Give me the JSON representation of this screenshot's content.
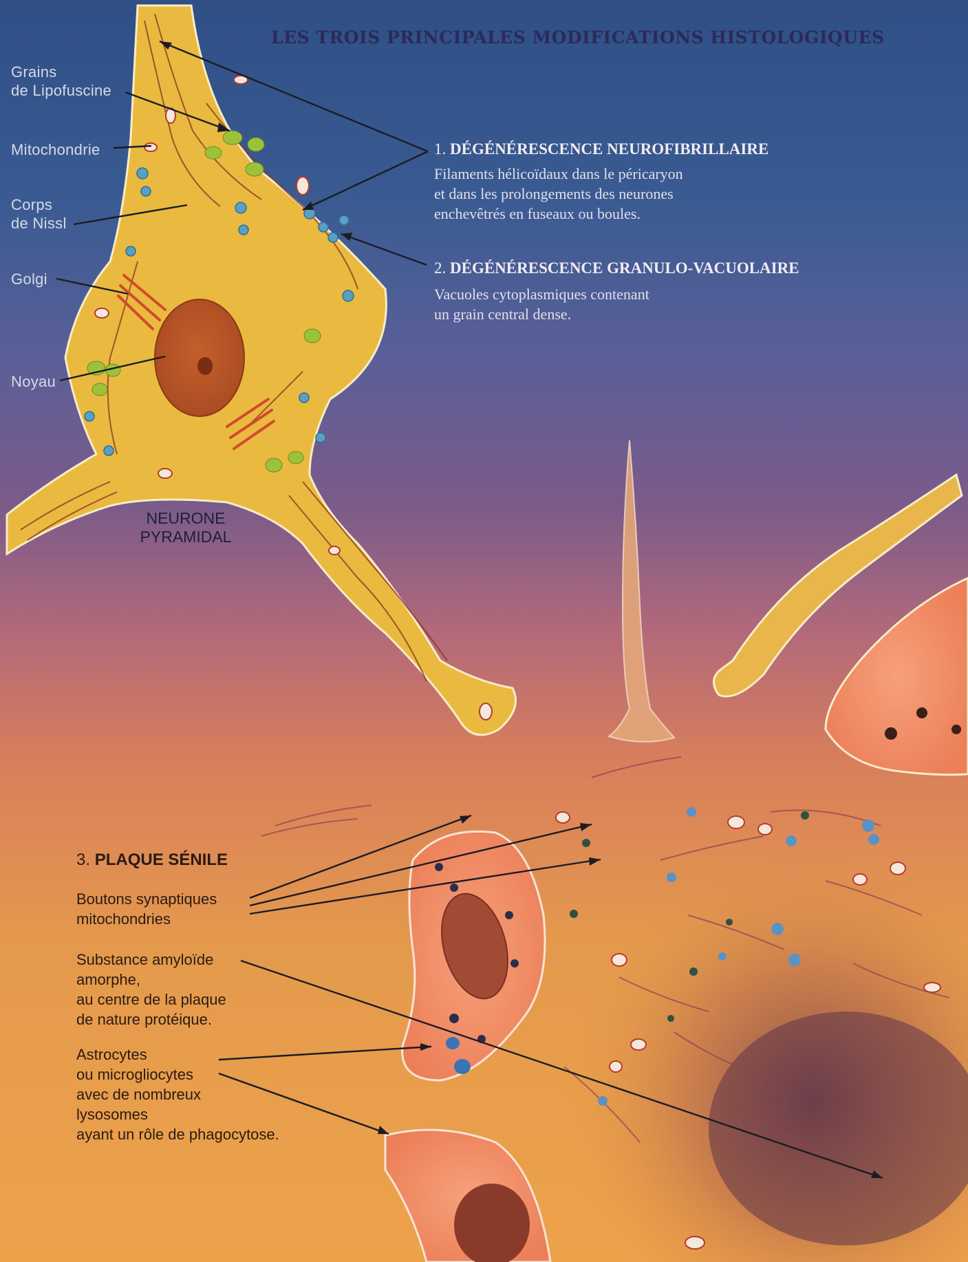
{
  "title": "LES TROIS PRINCIPALES MODIFICATIONS HISTOLOGIQUES",
  "neuron_labels": {
    "lipofuscin": [
      "Grains",
      "de Lipofuscine"
    ],
    "mitochondria": "Mitochondrie",
    "nissl": [
      "Corps",
      "de Nissl"
    ],
    "golgi": "Golgi",
    "nucleus": "Noyau"
  },
  "neuron_caption": [
    "NEURONE",
    "PYRAMIDAL"
  ],
  "section1": {
    "number": "1.",
    "heading": "DÉGÉNÉRESCENCE NEUROFIBRILLAIRE",
    "lines": [
      "Filaments hélicoïdaux dans le péricaryon",
      "et dans les prolongements des neurones",
      "enchevêtrés en fuseaux ou boules."
    ]
  },
  "section2": {
    "number": "2.",
    "heading": "DÉGÉNÉRESCENCE GRANULO-VACUOLAIRE",
    "lines": [
      "Vacuoles cytoplasmiques contenant",
      "un grain central dense."
    ]
  },
  "section3": {
    "number": "3.",
    "heading": "PLAQUE SÉNILE",
    "boutons": [
      "Boutons synaptiques",
      "mitochondries"
    ],
    "amyloid": [
      "Substance amyloïde",
      "amorphe,",
      "au centre de la plaque",
      "de nature protéique."
    ],
    "astrocytes": [
      "Astrocytes",
      "ou microgliocytes",
      "avec de nombreux",
      "lysosomes",
      "ayant un rôle de phagocytose."
    ]
  },
  "colors": {
    "sky_top": "#2f4f86",
    "sky_mid": "#6a5a8e",
    "background_warm": "#e49a4c",
    "neuron_body": "#e8b83c",
    "nucleus": "#d2692a",
    "plaque_dark": "#7a4456"
  }
}
